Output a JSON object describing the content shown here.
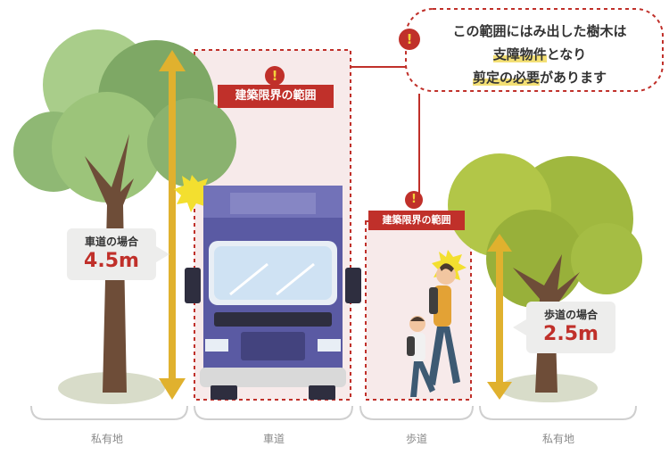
{
  "callout": {
    "line1": "この範囲にはみ出した樹木は",
    "line2_hl": "支障物件",
    "line2_rest": "となり",
    "line3_hl": "剪定の必要",
    "line3_rest": "があります"
  },
  "zones": {
    "road_tag": "建築限界の範囲",
    "walk_tag": "建築限界の範囲"
  },
  "heights": {
    "road_caption": "車道の場合",
    "road_value": "4.5m",
    "walk_caption": "歩道の場合",
    "walk_value": "2.5m"
  },
  "ground": {
    "private_left": "私有地",
    "roadway": "車道",
    "sidewalk": "歩道",
    "private_right": "私有地"
  },
  "colors": {
    "accent_red": "#c0302a",
    "arrow_gold": "#e0b12e",
    "truck_blue": "#5a5aa3",
    "tree_green": "#9cc47a"
  }
}
